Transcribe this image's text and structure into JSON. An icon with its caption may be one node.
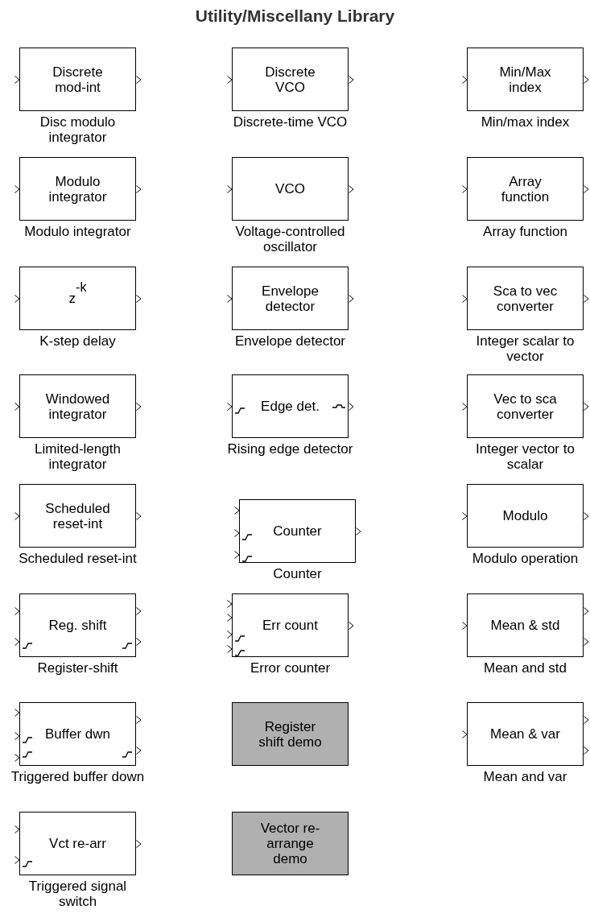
{
  "diagram": {
    "title": "Utility/Miscellany Library",
    "nodes": [
      {
        "text": [
          "Discrete mod-int"
        ],
        "beside": [
          "Disc modulo integrator"
        ]
      },
      {
        "text": [
          "Discrete VCO"
        ],
        "beside": [
          "Discrete-time VCO"
        ]
      },
      {
        "text": [
          "Min/Max index"
        ],
        "beside": [
          "Min/max index"
        ]
      },
      {
        "text": [
          "Modulo integrator"
        ],
        "beside": [
          "Modulo integrator"
        ]
      },
      {
        "text": [
          "VCO"
        ],
        "beside": [
          "Voltage-controlled oscillator"
        ]
      },
      {
        "text": [
          "Array function"
        ],
        "beside": [
          "Array function"
        ]
      },
      {
        "text": [
          "z$^{-k}$"
        ],
        "beside": [
          "K-step delay"
        ]
      },
      {
        "text": [
          "Envelope detector"
        ],
        "beside": [
          "Envelope detector"
        ]
      },
      {
        "text": [
          "Sca to vec converter"
        ],
        "beside": [
          "Integer scalar to vector"
        ]
      },
      {
        "text": [
          "Windowed integrator"
        ],
        "beside": [
          "Limited-length integrator"
        ]
      },
      {
        "text": [
          "Edge det."
        ],
        "beside": [
          "Rising edge detector"
        ]
      },
      {
        "text": [
          "Vec to sca converter"
        ],
        "beside": [
          "Integer vector to scalar"
        ]
      },
      {
        "text": [
          "Scheduled reset-int"
        ],
        "beside": [
          "Scheduled reset-int"
        ]
      },
      {
        "text": [
          "Counter"
        ],
        "beside": [
          "Counter"
        ]
      },
      {
        "text": [
          "Modulo"
        ],
        "beside": [
          "Modulo operation"
        ]
      },
      {
        "text": [
          "Reg. shift"
        ],
        "beside": [
          "Register-shift"
        ]
      },
      {
        "text": [
          "Err count"
        ],
        "beside": [
          "Error counter"
        ]
      },
      {
        "text": [
          "Mean & std"
        ],
        "beside": [
          "Mean and std"
        ]
      },
      {
        "text": [
          "Buffer dwn"
        ],
        "beside": [
          "Triggered buffer down"
        ]
      },
      {
        "text": [
          "Register shift demo"
        ]
      },
      {
        "text": [
          "Mean & var"
        ],
        "beside": [
          "Mean and var"
        ]
      },
      {
        "text": [
          "Vct re-arr"
        ],
        "beside": [
          "Triggered signal switch"
        ]
      },
      {
        "text": [
          "Vector re-arrange demo"
        ]
      }
    ]
  }
}
